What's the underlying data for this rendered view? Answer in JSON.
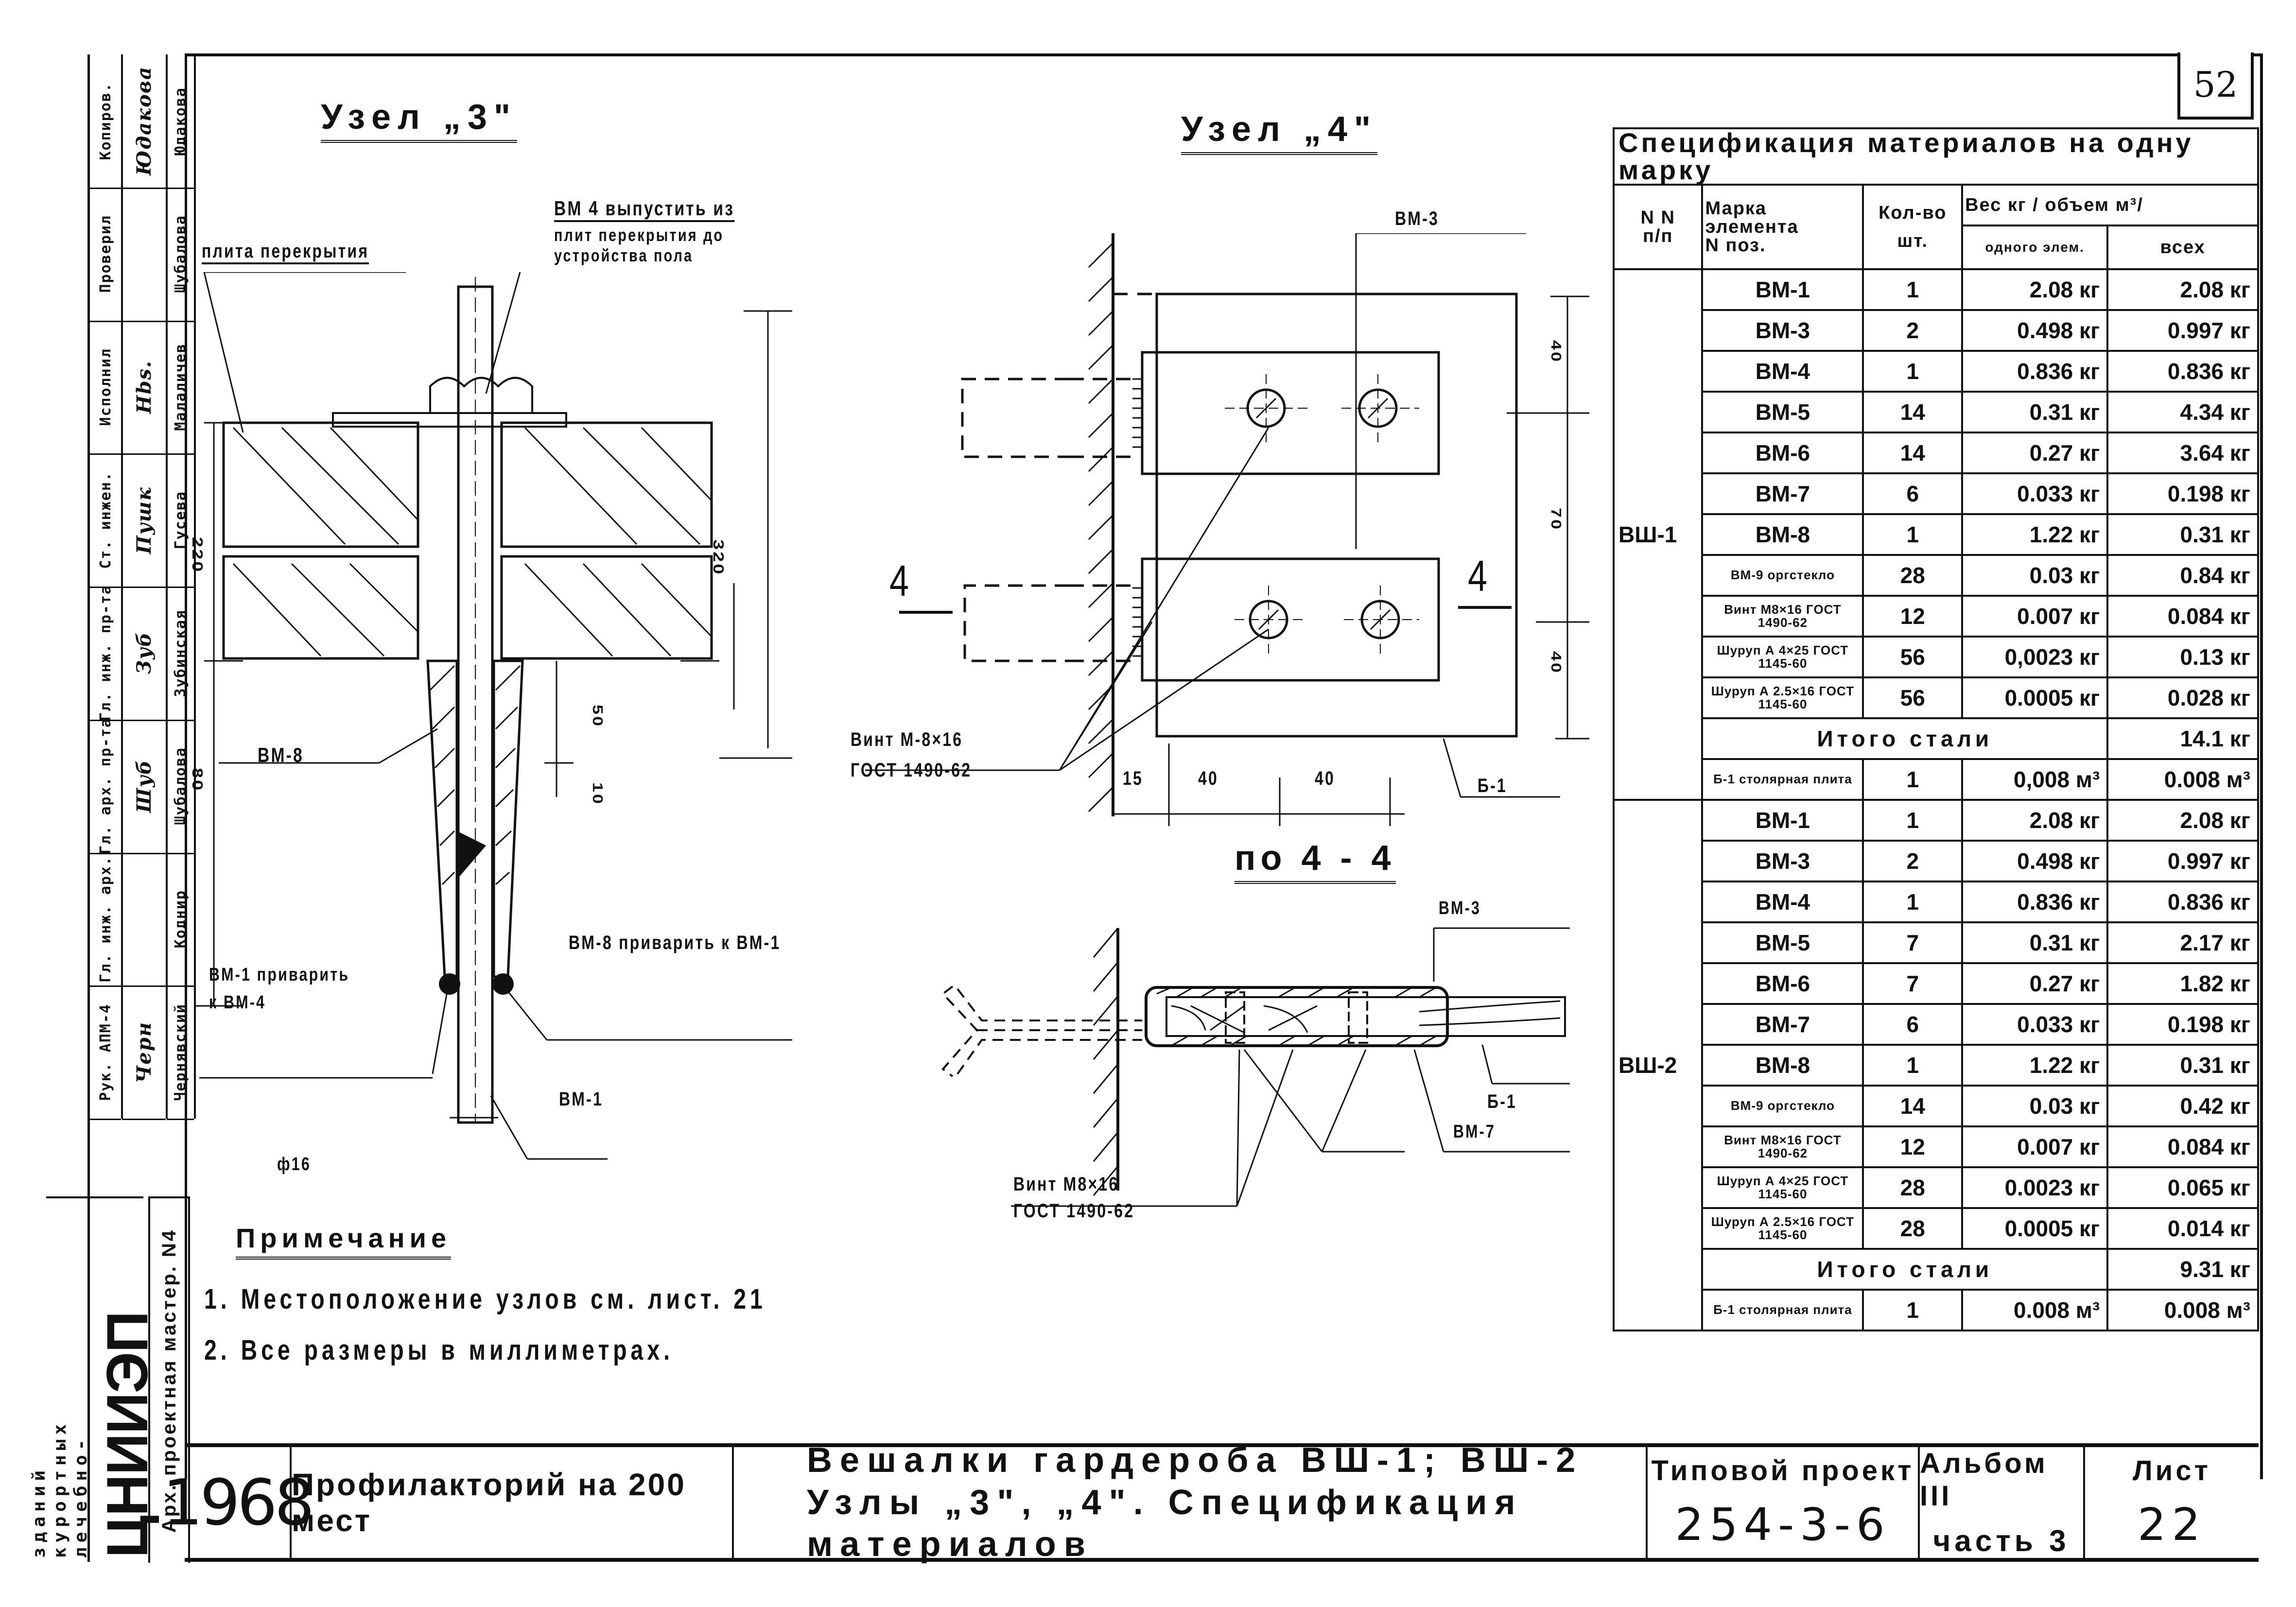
{
  "page_number": "52",
  "node3": {
    "title": "Узел „3\"",
    "slab_label": "плита перекрытия",
    "bm4_note": [
      "ВМ 4 выпустить из",
      "плит перекрытия до",
      "устройства пола"
    ],
    "bm8_label": "ВМ-8",
    "bm8_weld_note": "ВМ-8 приварить к ВМ-1",
    "bm1_weld_note": [
      "ВМ-1 приварить",
      "к ВМ-4"
    ],
    "bm1_label": "ВМ-1",
    "dimensions": {
      "d220": "220",
      "d320": "320",
      "d80": "80",
      "d50": "50",
      "d10": "10",
      "diameter": "ф16"
    }
  },
  "node4": {
    "title": "Узел „4\"",
    "bm3_label": "ВМ-3",
    "b1_label": "Б-1",
    "screw_label": [
      "Винт М-8×16",
      "ГОСТ 1490-62"
    ],
    "section_mark": "4",
    "dimensions": {
      "v1": "40",
      "v2": "70",
      "v3": "40",
      "h1": "15",
      "h2": "40",
      "h3": "40"
    }
  },
  "section44": {
    "title": "по 4 - 4",
    "bm3_label": "ВМ-3",
    "b1_label": "Б-1",
    "bm7_label": "ВМ-7",
    "screw_label": [
      "Винт М8×16",
      "ГОСТ 1490-62"
    ]
  },
  "notes": {
    "title": "Примечание",
    "items": [
      "1. Местоположение узлов см. лист. 21",
      "2. Все размеры в миллиметрах."
    ]
  },
  "spec_table": {
    "title": "Спецификация материалов на одну марку",
    "headers": {
      "num": [
        "N N",
        "п/п"
      ],
      "mark": [
        "Марка",
        "элемента",
        "N поз."
      ],
      "qty": [
        "Кол-во",
        "шт."
      ],
      "weight": "Вес кг / объем м³/",
      "weight_one": "одного элем.",
      "weight_all": "всех"
    },
    "groups": [
      {
        "group": "ВШ-1",
        "rows": [
          {
            "mark": "ВМ-1",
            "qty": "1",
            "one": "2.08 кг",
            "all": "2.08 кг"
          },
          {
            "mark": "ВМ-3",
            "qty": "2",
            "one": "0.498 кг",
            "all": "0.997 кг"
          },
          {
            "mark": "ВМ-4",
            "qty": "1",
            "one": "0.836 кг",
            "all": "0.836 кг"
          },
          {
            "mark": "ВМ-5",
            "qty": "14",
            "one": "0.31 кг",
            "all": "4.34 кг"
          },
          {
            "mark": "ВМ-6",
            "qty": "14",
            "one": "0.27 кг",
            "all": "3.64 кг"
          },
          {
            "mark": "ВМ-7",
            "qty": "6",
            "one": "0.033 кг",
            "all": "0.198 кг"
          },
          {
            "mark": "ВМ-8",
            "qty": "1",
            "one": "1.22 кг",
            "all": "0.31 кг"
          },
          {
            "mark": "ВМ-9 оргстекло",
            "qty": "28",
            "one": "0.03 кг",
            "all": "0.84 кг",
            "small": true
          },
          {
            "mark": "Винт М8×16 ГОСТ 1490-62",
            "qty": "12",
            "one": "0.007 кг",
            "all": "0.084 кг",
            "small": true
          },
          {
            "mark": "Шуруп А 4×25 ГОСТ 1145-60",
            "qty": "56",
            "one": "0,0023 кг",
            "all": "0.13 кг",
            "small": true
          },
          {
            "mark": "Шуруп А 2.5×16 ГОСТ 1145-60",
            "qty": "56",
            "one": "0.0005 кг",
            "all": "0.028 кг",
            "small": true
          }
        ],
        "total_label": "Итого стали",
        "total": "14.1 кг",
        "wood": {
          "mark": "Б-1 столярная плита",
          "qty": "1",
          "one": "0,008 м³",
          "all": "0.008 м³"
        }
      },
      {
        "group": "ВШ-2",
        "rows": [
          {
            "mark": "ВМ-1",
            "qty": "1",
            "one": "2.08 кг",
            "all": "2.08 кг"
          },
          {
            "mark": "ВМ-3",
            "qty": "2",
            "one": "0.498 кг",
            "all": "0.997 кг"
          },
          {
            "mark": "ВМ-4",
            "qty": "1",
            "one": "0.836 кг",
            "all": "0.836 кг"
          },
          {
            "mark": "ВМ-5",
            "qty": "7",
            "one": "0.31 кг",
            "all": "2.17 кг"
          },
          {
            "mark": "ВМ-6",
            "qty": "7",
            "one": "0.27 кг",
            "all": "1.82 кг"
          },
          {
            "mark": "ВМ-7",
            "qty": "6",
            "one": "0.033 кг",
            "all": "0.198 кг"
          },
          {
            "mark": "ВМ-8",
            "qty": "1",
            "one": "1.22 кг",
            "all": "0.31 кг"
          },
          {
            "mark": "ВМ-9 оргстекло",
            "qty": "14",
            "one": "0.03 кг",
            "all": "0.42 кг",
            "small": true
          },
          {
            "mark": "Винт М8×16 ГОСТ 1490-62",
            "qty": "12",
            "one": "0.007 кг",
            "all": "0.084 кг",
            "small": true
          },
          {
            "mark": "Шуруп А 4×25 ГОСТ 1145-60",
            "qty": "28",
            "one": "0.0023 кг",
            "all": "0.065 кг",
            "small": true
          },
          {
            "mark": "Шуруп А 2.5×16 ГОСТ 1145-60",
            "qty": "28",
            "one": "0.0005 кг",
            "all": "0.014 кг",
            "small": true
          }
        ],
        "total_label": "Итого стали",
        "total": "9.31 кг",
        "wood": {
          "mark": "Б-1 столярная плита",
          "qty": "1",
          "one": "0.008 м³",
          "all": "0.008 м³"
        }
      }
    ]
  },
  "stamp": {
    "roles": [
      "Копиров.",
      "Проверил",
      "Исполнил",
      "Ст. инжен.",
      "Гл. инж. пр-та",
      "Гл. арх. пр-та",
      "Гл. инж. арх.",
      "Рук. АПМ-4"
    ],
    "names": [
      "Юдакова",
      "Шубалова",
      "Малаличев",
      "Гусева",
      "Зубинская",
      "Шубалова",
      "Коднир",
      "Чернявский"
    ],
    "signatures": [
      "Юдакова",
      "",
      "Hbs.",
      "Пушк",
      "Зуб",
      "Шуб",
      "",
      "Черн"
    ],
    "org_name": "ЦНИИЭП",
    "org_subtitle": [
      "лечебно-",
      "курортных",
      "зданий"
    ],
    "workshop": "Арх. проектная мастер. N4"
  },
  "title_block": {
    "year": "1968",
    "object": "Профилакторий на 200 мест",
    "title_lines": [
      "Вешалки гардероба ВШ-1; ВШ-2",
      "Узлы „3\", „4\". Спецификация материалов"
    ],
    "project_caption": "Типовой проект",
    "project_number": "254-3-6",
    "album_caption": "Альбом III",
    "album_part": "часть 3",
    "sheet_caption": "Лист",
    "sheet_number": "22"
  }
}
